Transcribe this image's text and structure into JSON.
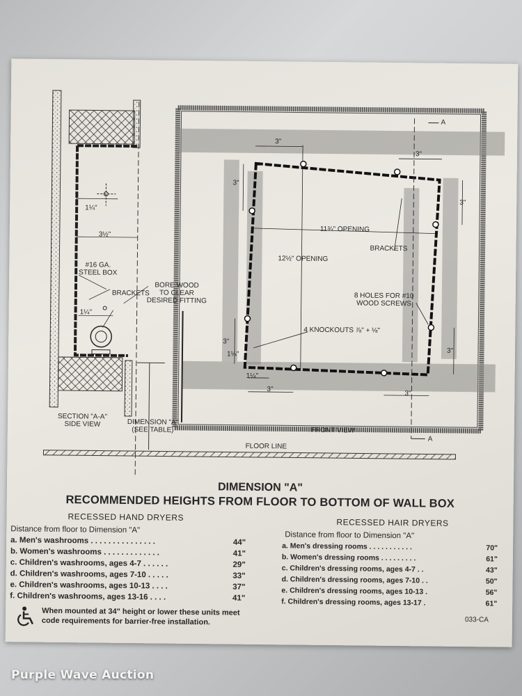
{
  "side_view": {
    "dim_1_25": "1¼\"",
    "dim_3_5": "3½\"",
    "steel_box": "#16 GA.\nSTEEL BOX",
    "brackets": "BRACKETS",
    "dim_1_25b": "1¼\"",
    "section_label": "SECTION \"A-A\"\nSIDE VIEW"
  },
  "bore_wood": "BORE WOOD\nTO CLEAR\nDESIRED FITTING",
  "dimension_a_label": "DIMENSION \"A\"\n(SEE TABLE)",
  "front_view": {
    "top_3": "3\"",
    "top_right_3": "3\"",
    "left_3": "3\"",
    "right_3": "3\"",
    "opening_w": "11¾\" OPENING",
    "opening_h": "12½\" OPENING",
    "brackets": "BRACKETS",
    "holes": "8 HOLES FOR #10\nWOOD SCREWS",
    "knockouts": "4 KNOCKOUTS ⅞\" + ⅛\"",
    "bl_3": "3\"",
    "bl_1_25": "1¼\"",
    "bottom_1_25": "1¼\"",
    "bottom_3": "3\"",
    "bottom_right_3": "3\"",
    "right_low_3": "3\"",
    "label": "FRONT VIEW",
    "section_a_top": "A",
    "section_a_bottom": "A"
  },
  "floor_line": "FLOOR LINE",
  "title": "DIMENSION \"A\"",
  "subtitle": "RECOMMENDED HEIGHTS FROM FLOOR TO BOTTOM OF WALL BOX",
  "hand_dryers": {
    "heading": "RECESSED HAND DRYERS",
    "sub": "Distance from floor to Dimension \"A\"",
    "rows": [
      {
        "label": "a.  Men's washrooms . . . . . . . . . . . . . . .",
        "value": "44\""
      },
      {
        "label": "b.  Women's washrooms . . . . . . . . . . . . .",
        "value": "41\""
      },
      {
        "label": "c.  Children's washrooms, ages 4-7 . . . . . .",
        "value": "29\""
      },
      {
        "label": "d.  Children's washrooms, ages 7-10 . . . . .",
        "value": "33\""
      },
      {
        "label": "e.  Children's washrooms, ages 10-13 . . . .",
        "value": "37\""
      },
      {
        "label": "f.  Children's washrooms, ages 13-16 . . . .",
        "value": "41\""
      }
    ]
  },
  "hair_dryers": {
    "heading": "RECESSED HAIR DRYERS",
    "sub": "Distance from floor to Dimension \"A\"",
    "rows": [
      {
        "label": "a.  Men's dressing rooms . . . . . . . . . . .",
        "value": "70\""
      },
      {
        "label": "b.  Women's dressing rooms . . . . . . . . .",
        "value": "61\""
      },
      {
        "label": "c.  Children's dressing rooms, ages 4-7 . .",
        "value": "43\""
      },
      {
        "label": "d.  Children's dressing rooms, ages 7-10 . .",
        "value": "50\""
      },
      {
        "label": "e.  Children's dressing rooms, ages 10-13 .",
        "value": "56\""
      },
      {
        "label": "f.  Children's dressing rooms, ages 13-17 .",
        "value": "61\""
      }
    ]
  },
  "footnote": "When mounted at 34\" height or lower these units meet\ncode requirements for barrier-free installation.",
  "part_code": "033-CA",
  "watermark": "Purple Wave Auction",
  "accessibility_icon": "wheelchair-icon"
}
